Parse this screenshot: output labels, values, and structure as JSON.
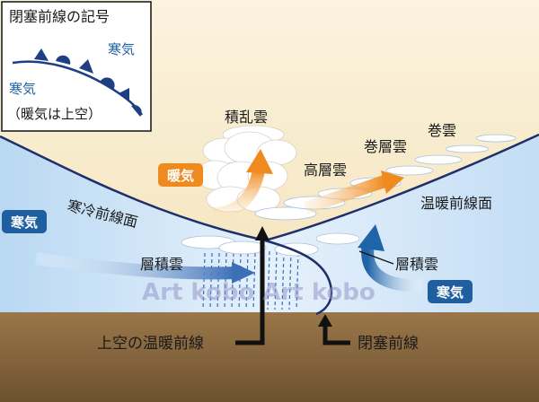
{
  "legend": {
    "title": "閉塞前線の記号",
    "cold_label_right": "寒気",
    "cold_label_left": "寒気",
    "note": "（暖気は上空）"
  },
  "labels": {
    "cumulonimbus": "積乱雲",
    "cirrus": "巻雲",
    "cirrostratus": "巻層雲",
    "altostratus": "高層雲",
    "warm_air": "暖気",
    "warm_front_surface": "温暖前線面",
    "cold_air_left": "寒気",
    "cold_front_surface": "寒冷前線面",
    "stratocumulus_left": "層積雲",
    "stratocumulus_right": "層積雲",
    "cold_air_right": "寒気",
    "upper_warm_front": "上空の温暖前線",
    "occluded_front": "閉塞前線"
  },
  "watermark": "Art kobo  Art kobo",
  "colors": {
    "sky_warm": "#f8e8c2",
    "cold_air": "#cfe4f6",
    "ground": "#8b6a3e",
    "front_line": "#1e2f6b",
    "warm_arrow": "#ef8a1f",
    "cold_arrow": "#1f63a8",
    "badge_blue": "#1f5fa0",
    "badge_orange": "#ef8a1f"
  }
}
